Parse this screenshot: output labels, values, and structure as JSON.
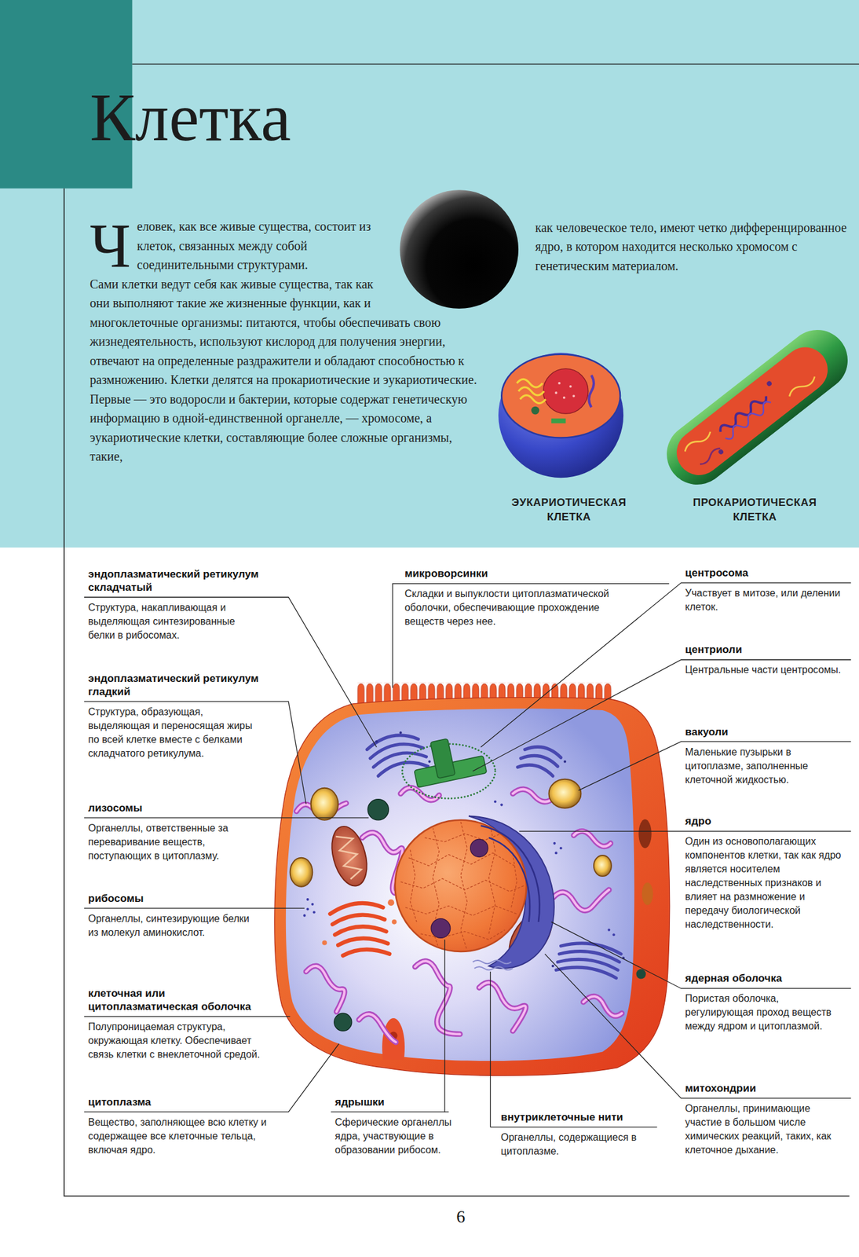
{
  "diagram": {
    "title": "Клетка",
    "labels": [
      "Человек, как все живые существа, состоит из клеток, связанных между собой соединительными структурами.",
      "Сами клетки ведут себя как живые существа, так как они выполняют такие же жизненные функции, как и многоклеточные организмы: питаются, чтобы обеспечивать свою жизнедеятельность, используют кислород для получения энергии, отвечают на определенные раздражители и обладают способностью к размножению. Клетки делятся на прокариотические и эукариотические. Первые — это водоросли и бактерии, которые содержат генетическую информацию в одной-единственной органелле, — хромосоме, а эукариотические клетки, составляющие более сложные организмы, такие,",
      "как человеческое тело, имеют четко дифференцированное ядро, в котором находится несколько хромосом с генетическим материалом.",
      "ЭУКАРИОТИЧЕСКАЯ КЛЕТКА",
      "ПРОКАРИОТИЧЕСКАЯ КЛЕТКА",
      "эндоплазматический ретикулум складчатый",
      "Структура, накапливающая и выделяющая синтезированные белки в рибосомах.",
      "микроворсинки",
      "Складки и выпуклости цитоплазматической оболочки, обеспечивающие прохождение веществ через нее.",
      "центросома",
      "Участвует в митозе, или делении клеток.",
      "центриоли",
      "Центральные части центросомы.",
      "эндоплазматический ретикулум гладкий",
      "Структура, образующая, выделяющая и переносящая жиры по всей клетке вместе с белками складчатого ретикулума.",
      "вакуоли",
      "Маленькие пузырьки в цитоплазме, заполненные клеточной жидкостью.",
      "лизосомы",
      "Органеллы, ответственные за переваривание веществ, поступающих в цитоплазму.",
      "ядро",
      "Один из основополагающих компонентов клетки, так как ядро является носителем наследственных признаков и влияет на размножение и передачу биологической наследственности.",
      "рибосомы",
      "Органеллы, синтезирующие белки из молекул аминокислот.",
      "клеточная или цитоплазматическая оболочка",
      "Полупроницаемая структура, окружающая клетку. Обеспечивает связь клетки с внеклеточной средой.",
      "ядерная оболочка",
      "Пористая оболочка, регулирующая проход веществ между ядром и цитоплазмой.",
      "цитоплазма",
      "Вещество, заполняющее всю клетку и содержащее все клеточные тельца, включая ядро.",
      "ядрышки",
      "Сферические органеллы ядра, участвующие в образовании рибосом.",
      "внутриклеточные нити",
      "Органеллы, содержащиеся в цитоплазме.",
      "митохондрии",
      "Органеллы, принимающие участие в большом числе химических реакций, таких, как клеточное дыхание.",
      "6"
    ]
  }
}
